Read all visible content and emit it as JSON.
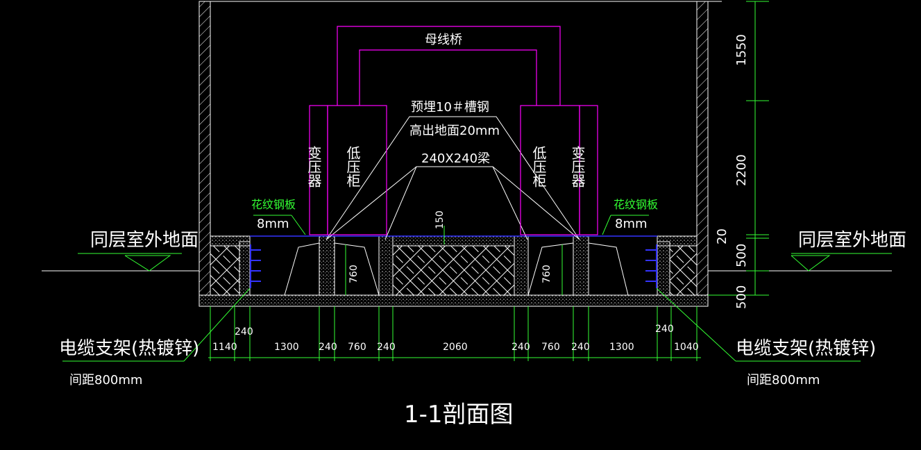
{
  "drawing": {
    "title": "1-1剖面图",
    "busbar_label": "母线桥",
    "embed_channel_label": "预埋10＃槽钢",
    "height_above_floor_label": "高出地面20mm",
    "beam_label": "240X240梁",
    "transformer_left": "变压器",
    "lv_cabinet_left": "低压柜",
    "lv_cabinet_right": "低压柜",
    "transformer_right": "变压器",
    "checker_plate_left": "花纹钢板",
    "checker_plate_left_thk": "8mm",
    "checker_plate_right": "花纹钢板",
    "checker_plate_right_thk": "8mm",
    "outdoor_ground_left": "同层室外地面",
    "outdoor_ground_right": "同层室外地面",
    "cable_bracket_left": "电缆支架(热镀锌)",
    "cable_bracket_left_spacing": "间距800mm",
    "cable_bracket_right": "电缆支架(热镀锌)",
    "cable_bracket_right_spacing": "间距800mm",
    "dim_150": "150",
    "dim_760_left": "760",
    "dim_760_right": "760"
  },
  "horizontal_dims": [
    "1140",
    "1300",
    "240",
    "760",
    "240",
    "2060",
    "240",
    "760",
    "240",
    "1300",
    "1040"
  ],
  "dim_240_left": "240",
  "dim_240_right": "240",
  "vertical_dims": [
    "1550",
    "2200",
    "20",
    "500",
    "500"
  ],
  "colors": {
    "background": "#000000",
    "wall": "#ffffff",
    "magenta": "#ff00ff",
    "green": "#00ff00",
    "blue": "#3333ff",
    "hatch": "#ffffff"
  }
}
